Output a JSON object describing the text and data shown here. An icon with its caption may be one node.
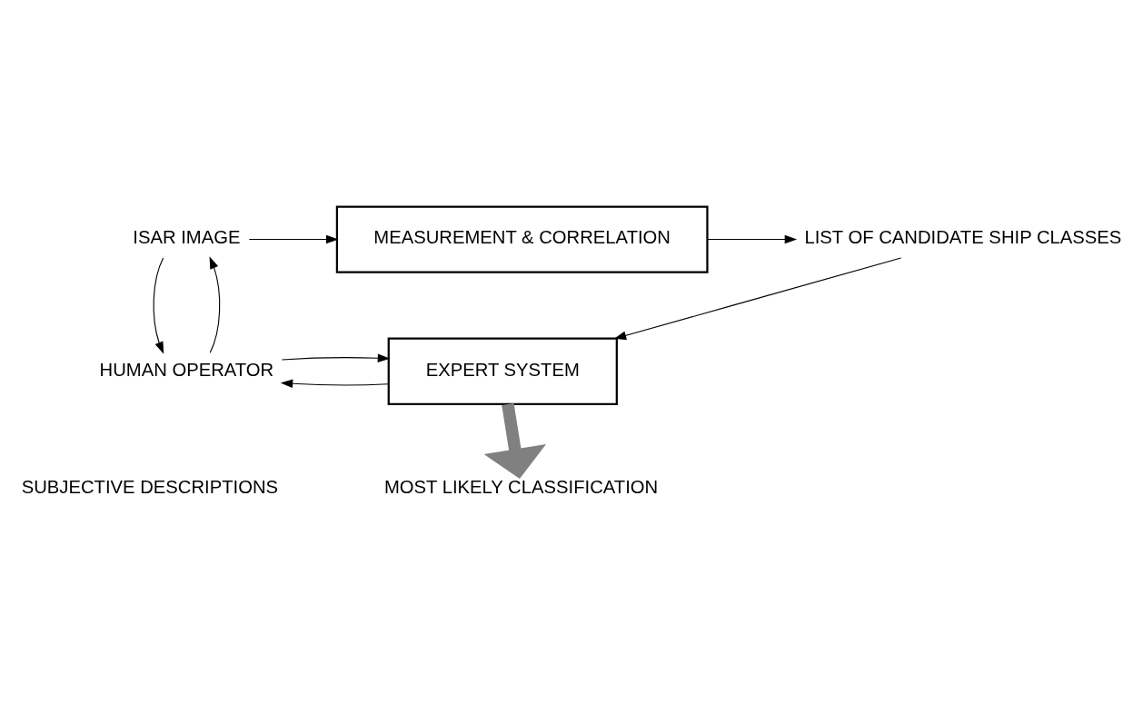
{
  "diagram": {
    "nodes": [
      {
        "text": [
          "ISAR IMAGE"
        ]
      },
      {
        "text": [
          "MEASUREMENT & CORRELATION"
        ]
      },
      {
        "text": [
          "LIST OF CANDIDATE SHIP CLASSES"
        ]
      },
      {
        "text": [
          "HUMAN OPERATOR"
        ]
      },
      {
        "text": [
          "EXPERT SYSTEM"
        ]
      },
      {
        "text": [
          "MOST LIKELY CLASSIFICATION"
        ]
      }
    ],
    "edges": [
      {
        "from": 0,
        "to": 1,
        "arrow": "to"
      },
      {
        "from": 1,
        "to": 2,
        "arrow": "to"
      },
      {
        "from": 2,
        "to": 4,
        "arrow": "to"
      },
      {
        "from": 4,
        "to": 3,
        "arrow": "to"
      },
      {
        "from": 3,
        "to": 4,
        "arrow": "to"
      },
      {
        "from": 0,
        "to": 3,
        "arrow": "to"
      },
      {
        "from": 3,
        "to": 0,
        "arrow": "to"
      },
      {
        "from": 4,
        "to": 5,
        "arrow": "to",
        "style": "thick",
        "color": "#808080"
      }
    ],
    "labels": [
      "SUBJECTIVE DESCRIPTIONS"
    ]
  }
}
